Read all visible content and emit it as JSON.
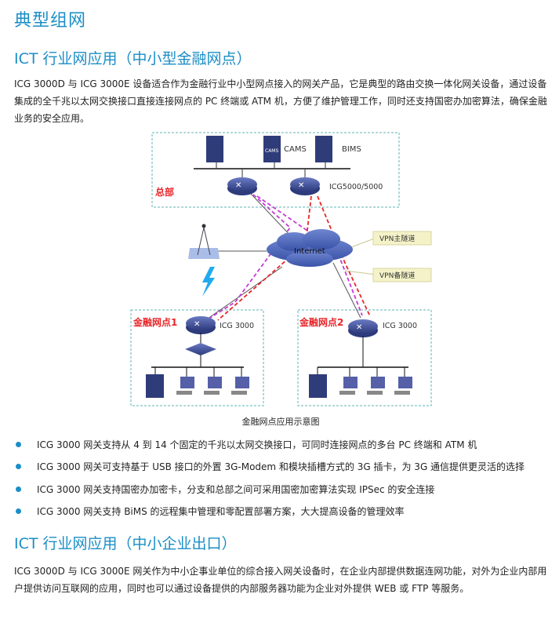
{
  "title": "典型组网",
  "section1": {
    "heading": "ICT 行业网应用（中小型金融网点）",
    "paragraph": "ICG 3000D 与 ICG 3000E 设备适合作为金融行业中小型网点接入的网关产品，它是典型的路由交换一体化网关设备，通过设备集成的全千兆以太网交换接口直接连接网点的 PC 终端或 ATM 机，方便了维护管理工作，同时还支持国密办加密算法，确保金融业务的安全应用。",
    "diagram": {
      "hq_label": "总部",
      "server_cams": "CAMS",
      "server_cams_badge": "CAMS",
      "server_bims": "BIMS",
      "hq_router_label": "ICG5000/5000",
      "internet_label": "Internet",
      "vpn_primary": "VPN主隧道",
      "vpn_backup": "VPN备隧道",
      "branch1_label": "金融网点1",
      "branch1_router": "ICG 3000",
      "branch2_label": "金融网点2",
      "branch2_router": "ICG 3000",
      "caption": "金融网点应用示意图",
      "colors": {
        "primary_tunnel": "#e8262a",
        "backup_tunnel": "#c43bd6",
        "device": "#3a4a8c",
        "box_border": "#5fb3b3"
      }
    },
    "bullets": [
      "ICG 3000 网关支持从 4 到 14 个固定的千兆以太网交换接口，可同时连接网点的多台 PC 终端和 ATM 机",
      "ICG 3000 网关可支持基于 USB 接口的外置 3G-Modem 和模块插槽方式的 3G 插卡，为 3G 通信提供更灵活的选择",
      "ICG 3000 网关支持国密办加密卡，分支和总部之间可采用国密加密算法实现 IPSec 的安全连接",
      "ICG 3000 网关支持 BiMS 的远程集中管理和零配置部署方案，大大提高设备的管理效率"
    ]
  },
  "section2": {
    "heading": "ICT 行业网应用（中小企业出口）",
    "paragraph": "ICG 3000D 与 ICG 3000E 网关作为中小企事业单位的综合接入网关设备时，在企业内部提供数据连网功能，对外为企业内部用户提供访问互联网的应用，同时也可以通过设备提供的内部服务器功能为企业对外提供 WEB 或 FTP 等服务。"
  },
  "accent_color": "#1b8ec6"
}
